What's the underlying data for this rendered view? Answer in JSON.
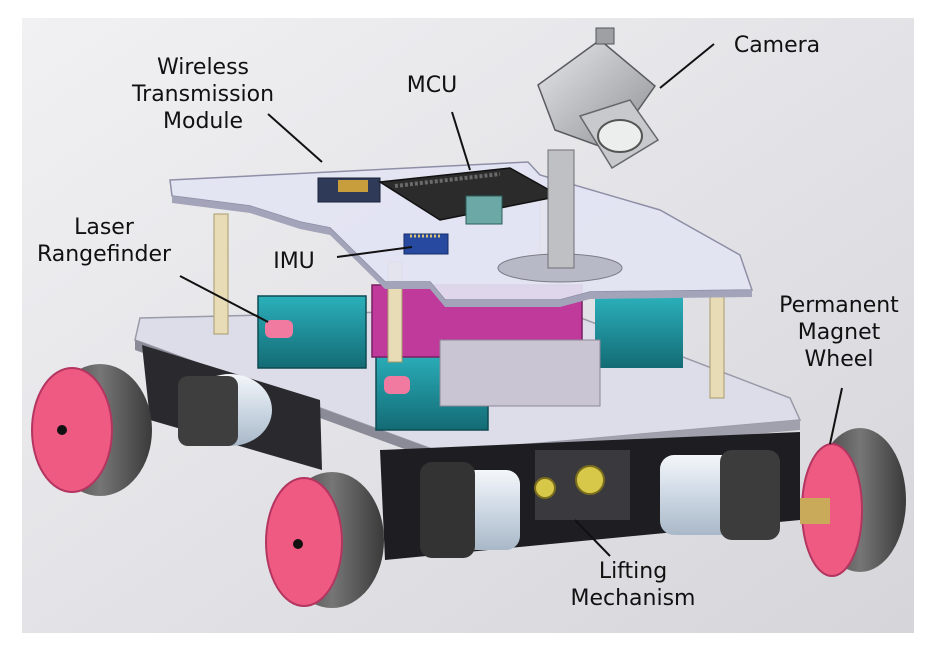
{
  "labels": {
    "wireless": [
      "Wireless",
      "Transmission",
      "Module"
    ],
    "mcu": [
      "MCU"
    ],
    "camera": [
      "Camera"
    ],
    "laser": [
      "Laser",
      "Rangefinder"
    ],
    "imu": [
      "IMU"
    ],
    "magnet_wheel": [
      "Permanent",
      "Magnet",
      "Wheel"
    ],
    "lifting": [
      "Lifting",
      "Mechanism"
    ]
  },
  "colors": {
    "wheel_face": "#ee5a82",
    "tire": "#5a5a5a",
    "plate": "#e6e7f4",
    "board": "#2e2e2e",
    "teal": "#1d8e98",
    "magenta": "#c03a9a",
    "motor": "#dfe6ee"
  }
}
